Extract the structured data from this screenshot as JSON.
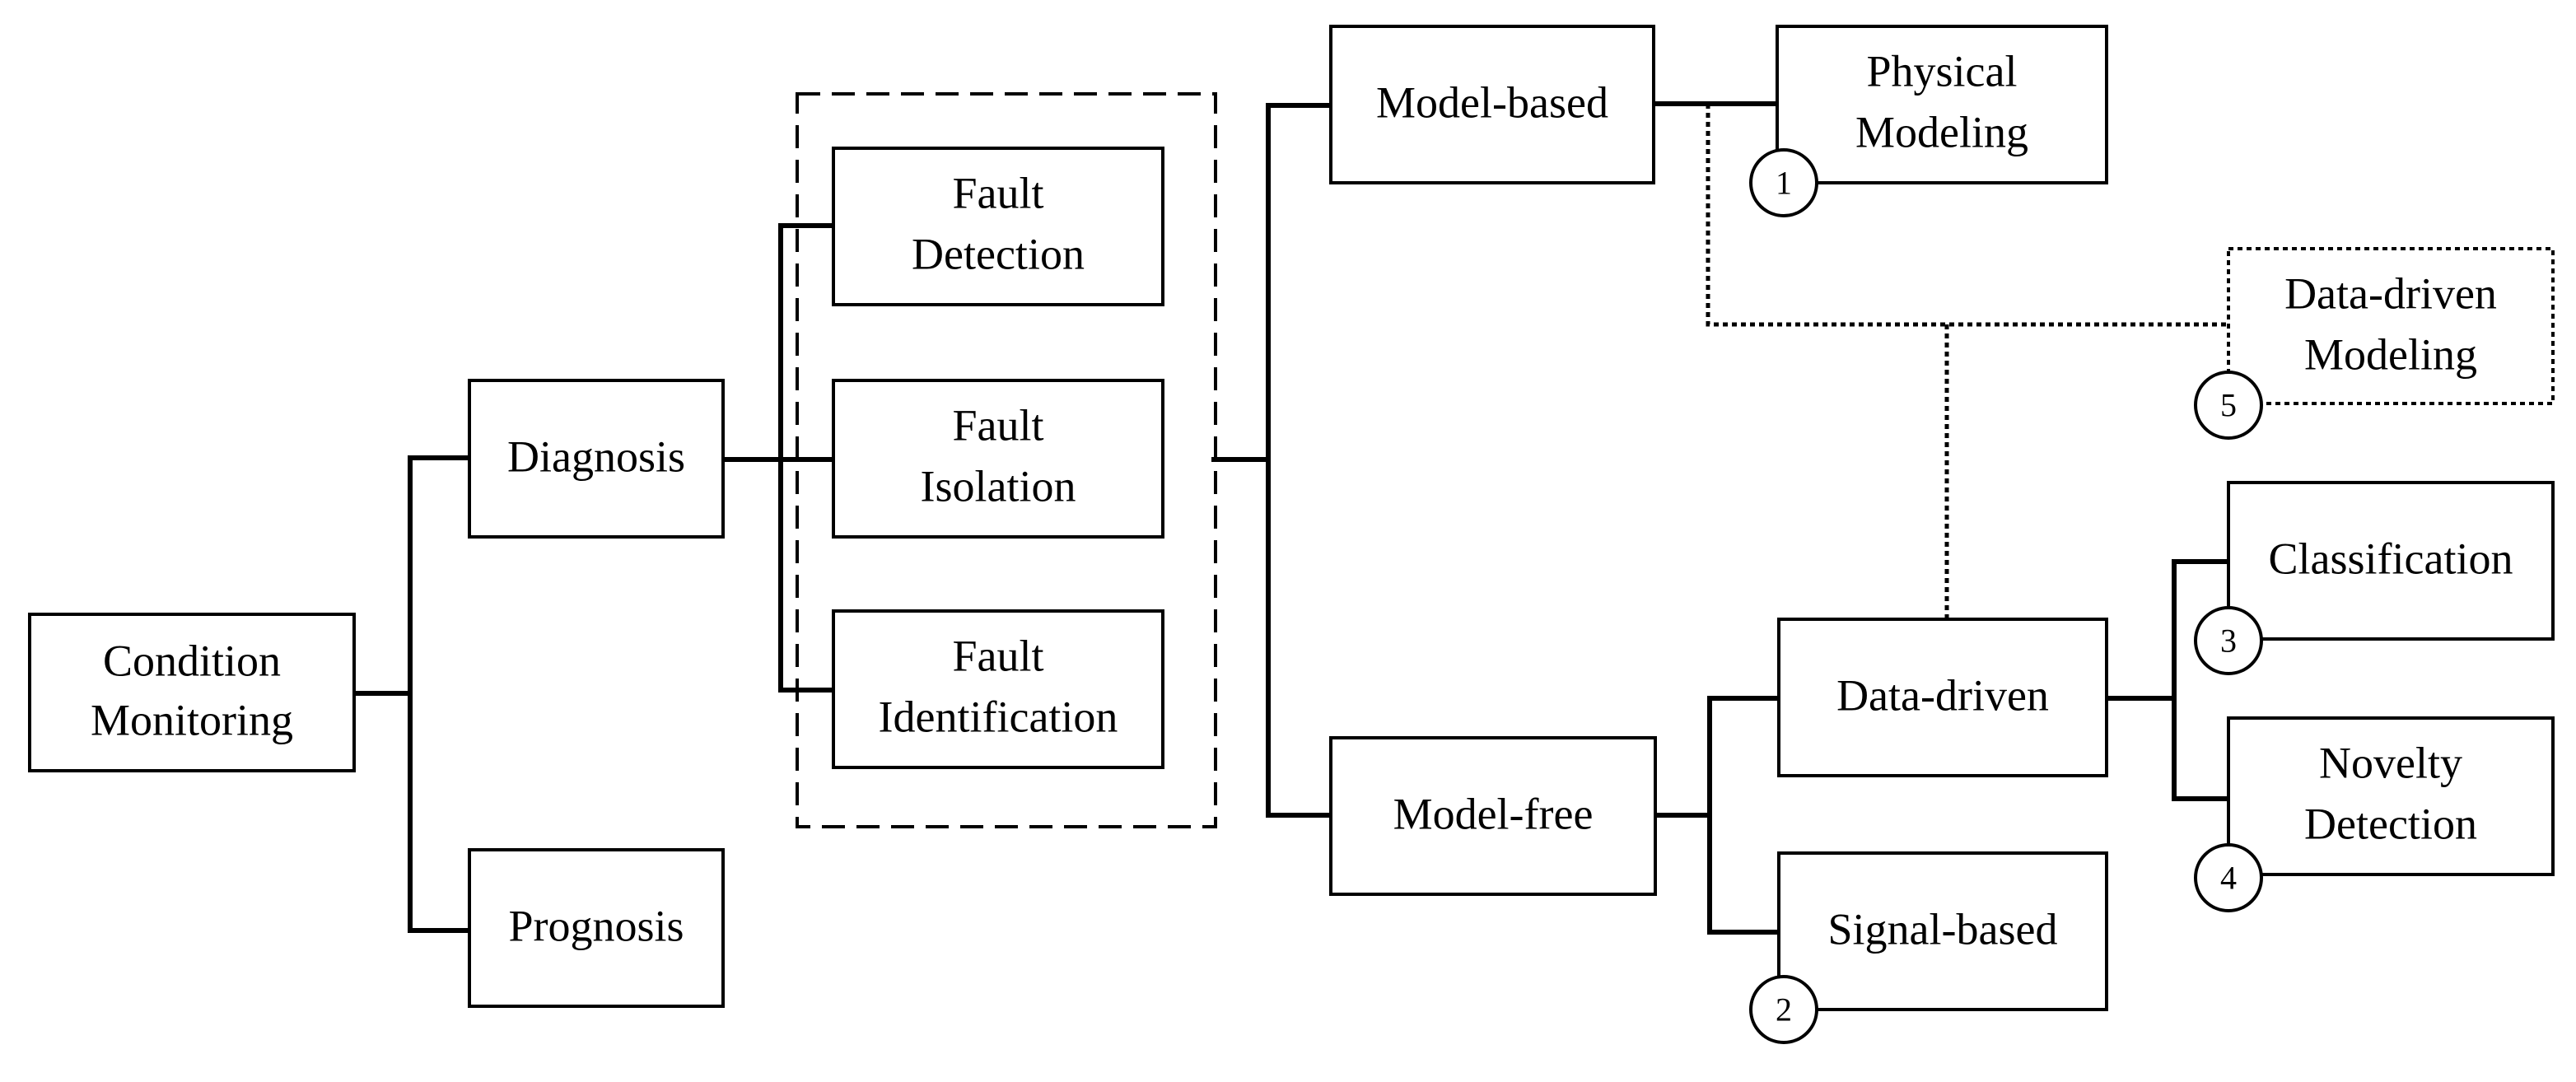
{
  "nodes": {
    "condition_monitoring": {
      "line1": "Condition",
      "line2": "Monitoring"
    },
    "diagnosis": {
      "label": "Diagnosis"
    },
    "prognosis": {
      "label": "Prognosis"
    },
    "fault_detection": {
      "line1": "Fault",
      "line2": "Detection"
    },
    "fault_isolation": {
      "line1": "Fault",
      "line2": "Isolation"
    },
    "fault_identification": {
      "line1": "Fault",
      "line2": "Identification"
    },
    "model_based": {
      "label": "Model-based"
    },
    "model_free": {
      "label": "Model-free"
    },
    "physical_modeling": {
      "line1": "Physical",
      "line2": "Modeling",
      "badge": "1"
    },
    "data_driven_modeling": {
      "line1": "Data-driven",
      "line2": "Modeling",
      "badge": "5"
    },
    "data_driven": {
      "label": "Data-driven"
    },
    "signal_based": {
      "label": "Signal-based",
      "badge": "2"
    },
    "classification": {
      "label": "Classification",
      "badge": "3"
    },
    "novelty_detection": {
      "line1": "Novelty",
      "line2": "Detection",
      "badge": "4"
    }
  }
}
